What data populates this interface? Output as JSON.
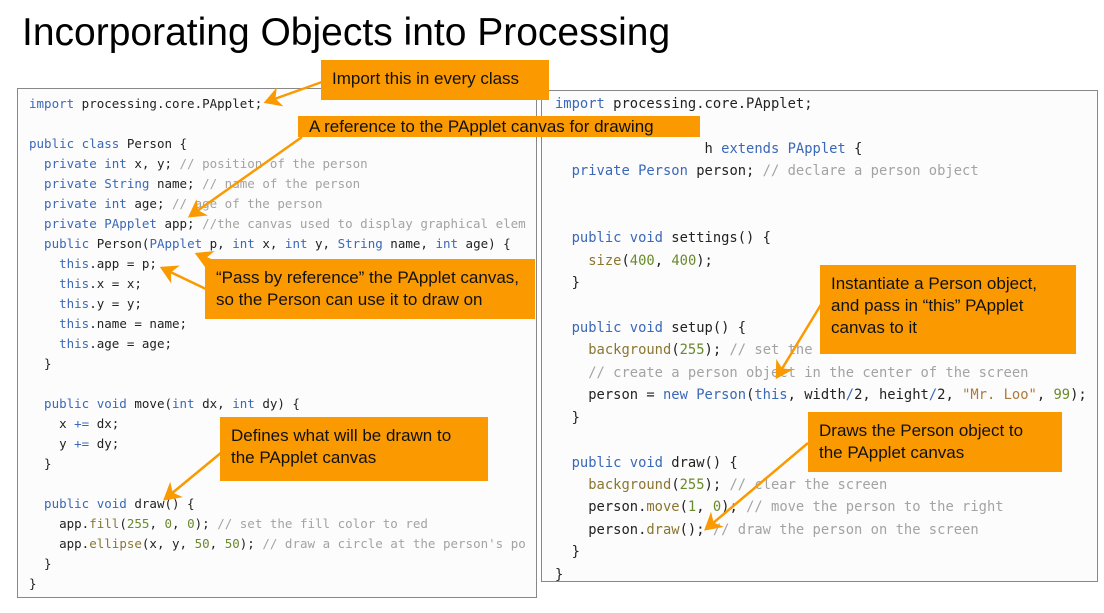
{
  "title": "Incorporating Objects into Processing",
  "colors": {
    "callout": "#fa9a00",
    "keyword": "#3a68b8",
    "comment": "#a3a3a3"
  },
  "left_code": [
    [
      [
        "import",
        "k"
      ],
      [
        " processing.core.PApplet;",
        "p"
      ]
    ],
    [],
    [
      [
        "public class",
        "k"
      ],
      [
        " Person {",
        "p"
      ]
    ],
    [
      [
        "  private int",
        "k"
      ],
      [
        " x, y; ",
        "p"
      ],
      [
        "// position of the person",
        "c"
      ]
    ],
    [
      [
        "  private String",
        "k"
      ],
      [
        " name; ",
        "p"
      ],
      [
        "// name of the person",
        "c"
      ]
    ],
    [
      [
        "  private int",
        "k"
      ],
      [
        " age; ",
        "p"
      ],
      [
        "// age of the person",
        "c"
      ]
    ],
    [
      [
        "  private PApplet",
        "k"
      ],
      [
        " app; ",
        "p"
      ],
      [
        "//the canvas used to display graphical elem",
        "c"
      ]
    ],
    [
      [
        "  public",
        "k"
      ],
      [
        " Person(",
        "p"
      ],
      [
        "PApplet",
        "k"
      ],
      [
        " p, ",
        "p"
      ],
      [
        "int",
        "k"
      ],
      [
        " x, ",
        "p"
      ],
      [
        "int",
        "k"
      ],
      [
        " y, ",
        "p"
      ],
      [
        "String",
        "k"
      ],
      [
        " name, ",
        "p"
      ],
      [
        "int",
        "k"
      ],
      [
        " age) {",
        "p"
      ]
    ],
    [
      [
        "    this",
        "k"
      ],
      [
        ".app = p;",
        "p"
      ]
    ],
    [
      [
        "    this",
        "k"
      ],
      [
        ".x = x;",
        "p"
      ]
    ],
    [
      [
        "    this",
        "k"
      ],
      [
        ".y = y;",
        "p"
      ]
    ],
    [
      [
        "    this",
        "k"
      ],
      [
        ".name = name;",
        "p"
      ]
    ],
    [
      [
        "    this",
        "k"
      ],
      [
        ".age = age;",
        "p"
      ]
    ],
    [
      [
        "  }",
        "p"
      ]
    ],
    [],
    [
      [
        "  public void",
        "k"
      ],
      [
        " move(",
        "p"
      ],
      [
        "int",
        "k"
      ],
      [
        " dx, ",
        "p"
      ],
      [
        "int",
        "k"
      ],
      [
        " dy) {",
        "p"
      ]
    ],
    [
      [
        "    x ",
        "p"
      ],
      [
        "+=",
        "k"
      ],
      [
        " dx;",
        "p"
      ]
    ],
    [
      [
        "    y ",
        "p"
      ],
      [
        "+=",
        "k"
      ],
      [
        " dy;",
        "p"
      ]
    ],
    [
      [
        "  }",
        "p"
      ]
    ],
    [],
    [
      [
        "  public void",
        "k"
      ],
      [
        " draw() {",
        "p"
      ]
    ],
    [
      [
        "    app.",
        "p"
      ],
      [
        "fill",
        "f"
      ],
      [
        "(",
        "p"
      ],
      [
        "255",
        "n"
      ],
      [
        ", ",
        "p"
      ],
      [
        "0",
        "n"
      ],
      [
        ", ",
        "p"
      ],
      [
        "0",
        "n"
      ],
      [
        "); ",
        "p"
      ],
      [
        "// set the fill color to red",
        "c"
      ]
    ],
    [
      [
        "    app.",
        "p"
      ],
      [
        "ellipse",
        "f"
      ],
      [
        "(x, y, ",
        "p"
      ],
      [
        "50",
        "n"
      ],
      [
        ", ",
        "p"
      ],
      [
        "50",
        "n"
      ],
      [
        "); ",
        "p"
      ],
      [
        "// draw a circle at the person's po",
        "c"
      ]
    ],
    [
      [
        "  }",
        "p"
      ]
    ],
    [
      [
        "}",
        "p"
      ]
    ]
  ],
  "right_code": [
    [
      [
        "import",
        "k"
      ],
      [
        " processing.core.PApplet;",
        "p"
      ]
    ],
    [],
    [
      [
        "                  h ",
        "p"
      ],
      [
        "extends PApplet",
        "k"
      ],
      [
        " {",
        "p"
      ]
    ],
    [
      [
        "  private Person",
        "k"
      ],
      [
        " person; ",
        "p"
      ],
      [
        "// declare a person object",
        "c"
      ]
    ],
    [],
    [],
    [
      [
        "  public void",
        "k"
      ],
      [
        " settings() {",
        "p"
      ]
    ],
    [
      [
        "    ",
        "p"
      ],
      [
        "size",
        "f"
      ],
      [
        "(",
        "p"
      ],
      [
        "400",
        "n"
      ],
      [
        ", ",
        "p"
      ],
      [
        "400",
        "n"
      ],
      [
        ");",
        "p"
      ]
    ],
    [
      [
        "  }",
        "p"
      ]
    ],
    [],
    [
      [
        "  public void",
        "k"
      ],
      [
        " setup() {",
        "p"
      ]
    ],
    [
      [
        "    ",
        "p"
      ],
      [
        "background",
        "f"
      ],
      [
        "(",
        "p"
      ],
      [
        "255",
        "n"
      ],
      [
        "); ",
        "p"
      ],
      [
        "// set the",
        "c"
      ]
    ],
    [
      [
        "    // create a person object in the center of the screen",
        "c"
      ]
    ],
    [
      [
        "    person = ",
        "p"
      ],
      [
        "new Person",
        "k"
      ],
      [
        "(",
        "p"
      ],
      [
        "this",
        "k"
      ],
      [
        ", width",
        "p"
      ],
      [
        "/",
        "k"
      ],
      [
        "2, height",
        "p"
      ],
      [
        "/",
        "k"
      ],
      [
        "2, ",
        "p"
      ],
      [
        "\"Mr. Loo\"",
        "s"
      ],
      [
        ", ",
        "p"
      ],
      [
        "99",
        "n"
      ],
      [
        ");",
        "p"
      ]
    ],
    [
      [
        "  }",
        "p"
      ]
    ],
    [],
    [
      [
        "  public void",
        "k"
      ],
      [
        " draw() {",
        "p"
      ]
    ],
    [
      [
        "    ",
        "p"
      ],
      [
        "background",
        "f"
      ],
      [
        "(",
        "p"
      ],
      [
        "255",
        "n"
      ],
      [
        "); ",
        "p"
      ],
      [
        "// clear the screen",
        "c"
      ]
    ],
    [
      [
        "    person.",
        "p"
      ],
      [
        "move",
        "f"
      ],
      [
        "(",
        "p"
      ],
      [
        "1",
        "n"
      ],
      [
        ", ",
        "p"
      ],
      [
        "0",
        "n"
      ],
      [
        "); ",
        "p"
      ],
      [
        "// move the person to the right",
        "c"
      ]
    ],
    [
      [
        "    person.",
        "p"
      ],
      [
        "draw",
        "f"
      ],
      [
        "(); ",
        "p"
      ],
      [
        "// draw the person on the screen",
        "c"
      ]
    ],
    [
      [
        "  }",
        "p"
      ]
    ],
    [
      [
        "}",
        "p"
      ]
    ]
  ],
  "callouts": {
    "import": "Import this in every class",
    "reference": "A reference to the PApplet canvas for drawing",
    "pass": "“Pass by reference” the PApplet canvas,\nso the Person can use it to draw on",
    "instantiate": "Instantiate a Person object,\nand pass in “this” PApplet\ncanvas to it",
    "defines": "Defines what will be drawn to\nthe PApplet canvas",
    "draws": "Draws the Person object to\nthe PApplet canvas"
  }
}
